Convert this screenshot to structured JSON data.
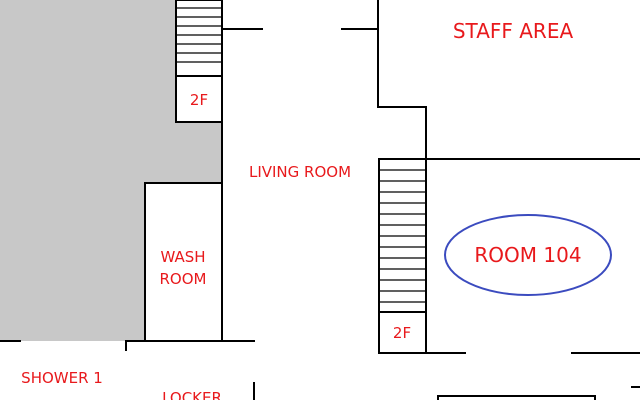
{
  "colors": {
    "label": "#e8191c",
    "wall": "#000000",
    "shaded_area": "#c8c8c8",
    "highlight": "#3b4bbf",
    "background": "#ffffff"
  },
  "rooms": {
    "staff_area": "STAFF AREA",
    "living_room": "LIVING ROOM",
    "wash_room_line1": "WASH",
    "wash_room_line2": "ROOM",
    "shower": "SHOWER 1",
    "locker": "LOCKER",
    "room_104": "ROOM 104"
  },
  "stairs": {
    "upper_floor_label": "2F",
    "lower_floor_label": "2F"
  }
}
